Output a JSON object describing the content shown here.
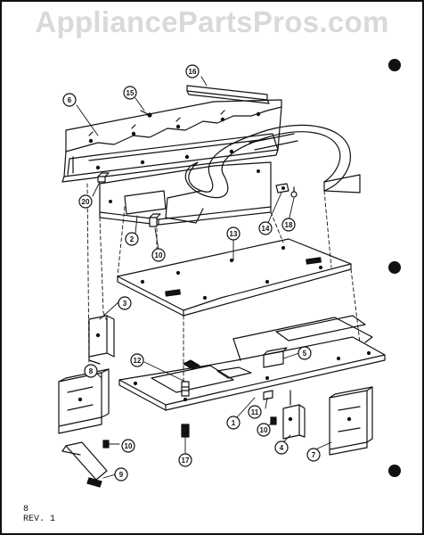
{
  "watermark": "AppliancePartsPros.com",
  "footer": {
    "page": "8",
    "revision": "REV. 1"
  },
  "callouts": [
    "16",
    "6",
    "15",
    "20",
    "2",
    "10",
    "13",
    "14",
    "18",
    "3",
    "12",
    "5",
    "8",
    "1",
    "11",
    "10",
    "4",
    "7",
    "10",
    "17",
    "9"
  ],
  "colors": {
    "ink": "#111111",
    "watermark": "#d9d9d9"
  }
}
